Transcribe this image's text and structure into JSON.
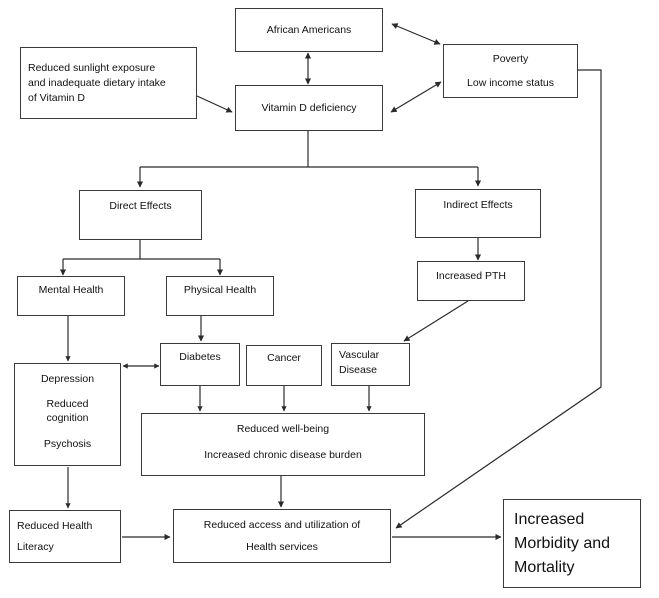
{
  "diagram": {
    "title": "Vitamin D deficiency pathway flowchart",
    "background": "#ffffff",
    "line_color": "#2b2b2b",
    "text_color": "#111111"
  },
  "nodes": {
    "african_americans": {
      "lines": [
        "African Americans"
      ]
    },
    "reduced_sunlight": {
      "lines": [
        "Reduced sunlight exposure",
        "and  inadequate dietary intake",
        "of Vitamin D"
      ]
    },
    "poverty": {
      "lines": [
        "Poverty",
        "Low income status"
      ]
    },
    "vitamin_d_deficiency": {
      "lines": [
        "Vitamin D deficiency"
      ]
    },
    "direct_effects": {
      "lines": [
        "Direct Effects"
      ]
    },
    "indirect_effects": {
      "lines": [
        "Indirect Effects"
      ]
    },
    "mental_health": {
      "lines": [
        "Mental Health"
      ]
    },
    "physical_health": {
      "lines": [
        "Physical Health"
      ]
    },
    "increased_pth": {
      "lines": [
        "Increased PTH"
      ]
    },
    "depression": {
      "lines": [
        "Depression",
        "Reduced",
        "cognition",
        "Psychosis"
      ]
    },
    "diabetes": {
      "lines": [
        "Diabetes"
      ]
    },
    "cancer": {
      "lines": [
        "Cancer"
      ]
    },
    "vascular_disease": {
      "lines": [
        "Vascular",
        "Disease"
      ]
    },
    "reduced_wellbeing": {
      "lines": [
        "Reduced well-being",
        "Increased chronic disease burden"
      ]
    },
    "reduced_health_literacy": {
      "lines": [
        "Reduced Health",
        "Literacy"
      ]
    },
    "reduced_access": {
      "lines": [
        "Reduced access and utilization of",
        "Health services"
      ]
    },
    "increased_morbidity": {
      "lines": [
        "Increased",
        "Morbidity and",
        "Mortality"
      ]
    }
  },
  "edges": [
    {
      "from": "reduced_sunlight",
      "to": "vitamin_d_deficiency",
      "style": "single-arrow"
    },
    {
      "from": "vitamin_d_deficiency",
      "to": "african_americans",
      "style": "double-arrow"
    },
    {
      "from": "african_americans",
      "to": "poverty",
      "style": "double-arrow"
    },
    {
      "from": "vitamin_d_deficiency",
      "to": "poverty",
      "style": "double-arrow"
    },
    {
      "from": "vitamin_d_deficiency",
      "to": "direct_effects",
      "style": "elbow-arrow"
    },
    {
      "from": "vitamin_d_deficiency",
      "to": "indirect_effects",
      "style": "elbow-arrow"
    },
    {
      "from": "direct_effects",
      "to": "mental_health",
      "style": "elbow-arrow"
    },
    {
      "from": "direct_effects",
      "to": "physical_health",
      "style": "elbow-arrow"
    },
    {
      "from": "indirect_effects",
      "to": "increased_pth",
      "style": "single-arrow"
    },
    {
      "from": "mental_health",
      "to": "depression",
      "style": "single-arrow"
    },
    {
      "from": "physical_health",
      "to": "diabetes",
      "style": "single-arrow"
    },
    {
      "from": "depression",
      "to": "diabetes",
      "style": "double-arrow"
    },
    {
      "from": "increased_pth",
      "to": "vascular_disease",
      "style": "single-arrow"
    },
    {
      "from": "diabetes",
      "to": "reduced_wellbeing",
      "style": "single-arrow"
    },
    {
      "from": "cancer",
      "to": "reduced_wellbeing",
      "style": "single-arrow"
    },
    {
      "from": "vascular_disease",
      "to": "reduced_wellbeing",
      "style": "single-arrow"
    },
    {
      "from": "depression",
      "to": "reduced_health_literacy",
      "style": "single-arrow"
    },
    {
      "from": "reduced_wellbeing",
      "to": "reduced_access",
      "style": "single-arrow"
    },
    {
      "from": "reduced_health_literacy",
      "to": "reduced_access",
      "style": "single-arrow"
    },
    {
      "from": "poverty",
      "to": "reduced_access",
      "style": "routed-arrow"
    },
    {
      "from": "reduced_access",
      "to": "increased_morbidity",
      "style": "single-arrow"
    }
  ]
}
